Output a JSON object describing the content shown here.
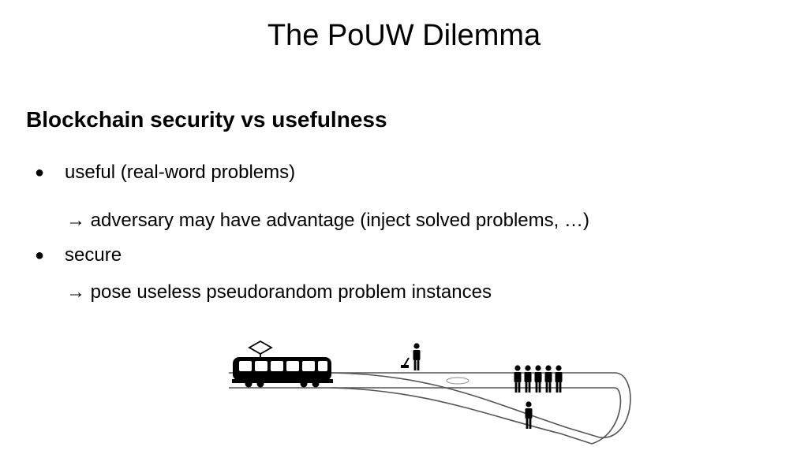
{
  "slide": {
    "title": "The PoUW Dilemma",
    "heading": "Blockchain security vs usefulness",
    "bullets": [
      {
        "marker": "●",
        "text": "useful (real-word problems)"
      },
      {
        "marker": "●",
        "text": "secure"
      }
    ],
    "subpoints": [
      "→ adversary may have advantage (inject solved problems, …)",
      "→ pose useless pseudorandom problem instances"
    ]
  },
  "illustration": {
    "people_on_main_track": 5,
    "people_on_side_track": 1
  }
}
